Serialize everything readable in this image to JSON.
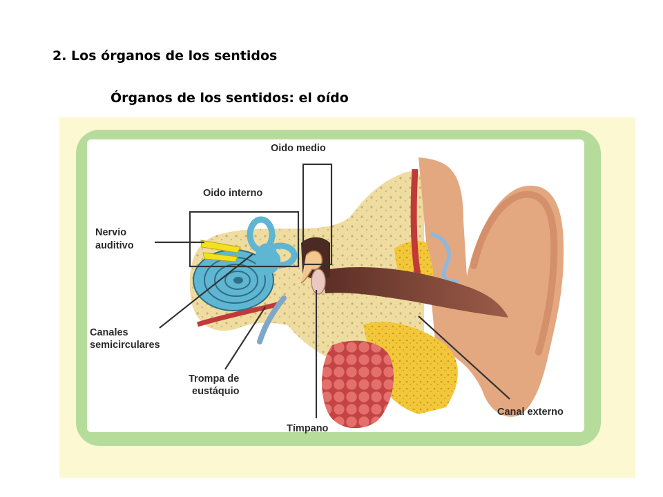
{
  "slide": {
    "title": "2. Los órganos de los sentidos",
    "subtitle": "Órganos de los sentidos: el oído"
  },
  "diagram": {
    "labels": {
      "middle_ear": "Oido medio",
      "inner_ear": "Oido interno",
      "auditory_nerve_1": "Nervio",
      "auditory_nerve_2": "auditivo",
      "semicircular_1": "Canales",
      "semicircular_2": "semicirculares",
      "eustachian_1": "Trompa de",
      "eustachian_2": "eustáquio",
      "eardrum": "Tímpano",
      "external_canal": "Canal externo"
    },
    "colors": {
      "background": "#fbf8d2",
      "frame": "#b6dc9c",
      "panel": "#ffffff",
      "skin": "#e4a880",
      "canal": "#7a4335",
      "bone": "#efdca0",
      "fat": "#f2c83a",
      "cochlea": "#5fb6d2",
      "gland": "#d9585a",
      "vein": "#c03a3a",
      "nerve": "#f4e020"
    }
  }
}
